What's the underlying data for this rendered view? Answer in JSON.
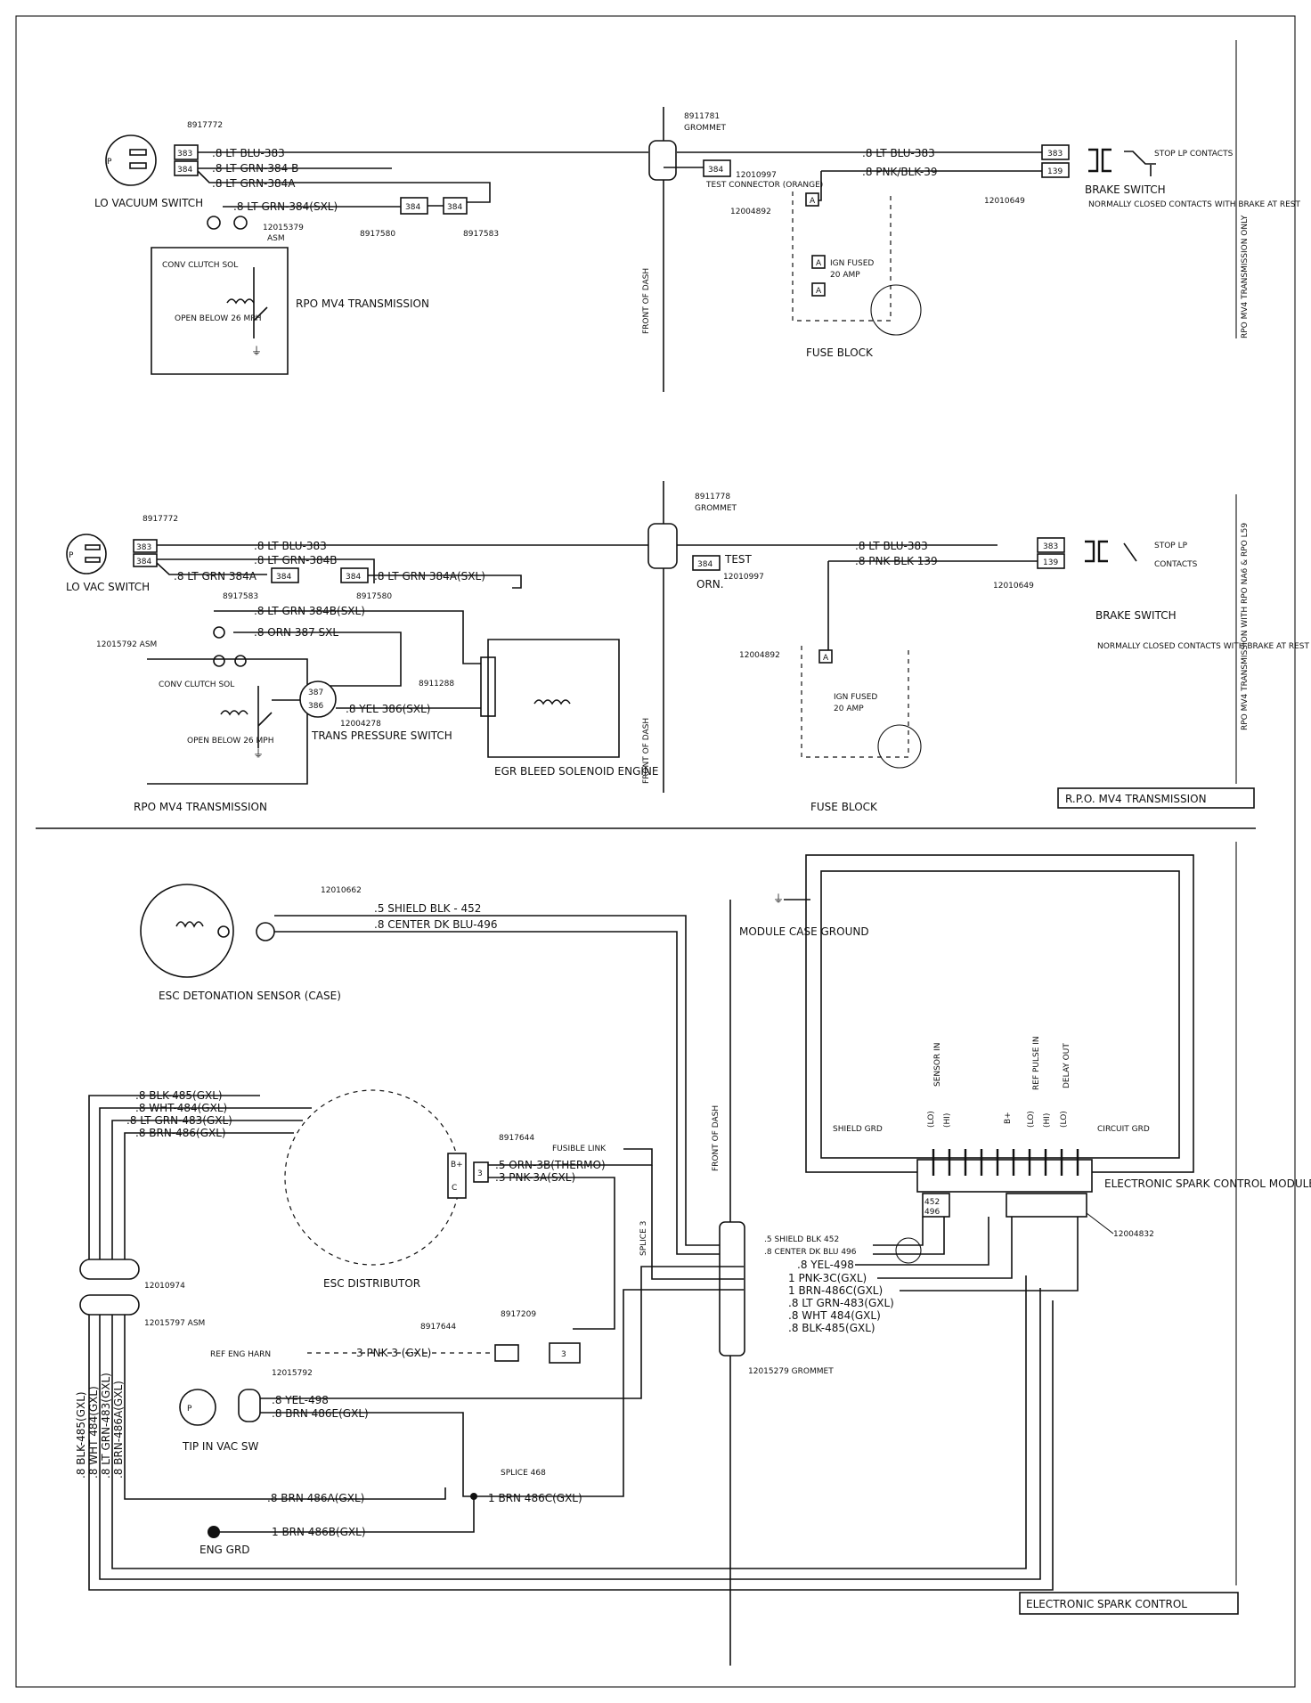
{
  "panel1": {
    "lo_vacuum_switch": "LO VACUUM SWITCH",
    "part_8917772": "8917772",
    "pin_383": "383",
    "pin_384": "384",
    "wire_383": ".8 LT BLU-383",
    "wire_384b": ".8 LT GRN-384 B",
    "wire_384a": ".8 LT GRN-384A",
    "wire_384_sxl": ".8 LT GRN-384(SXL)",
    "conn_384": "384",
    "part_12015379": "12015379",
    "asm": "ASM",
    "part_8917580": "8917580",
    "part_8917583": "8917583",
    "conv_clutch_sol": "CONV CLUTCH SOL",
    "open_below": "OPEN BELOW 26 MPH",
    "rpo_mv4": "RPO MV4 TRANSMISSION",
    "part_8911781": "8911781",
    "grommet": "GROMMET",
    "test_connector": "TEST CONNECTOR (ORANGE)",
    "part_12010997": "12010997",
    "wire_383_right": ".8 LT BLU-383",
    "wire_39": ".8 PNK/BLK-39",
    "pin_139": "139",
    "part_12010649": "12010649",
    "part_12004892": "12004892",
    "ign_fused": "IGN FUSED",
    "amp_20": "20 AMP",
    "a": "A",
    "fuse_block": "FUSE BLOCK",
    "front_of_dash": "FRONT OF DASH",
    "stop_lp_contacts": "STOP LP CONTACTS",
    "brake_switch": "BRAKE SWITCH",
    "normally_closed": "NORMALLY CLOSED CONTACTS WITH BRAKE AT REST",
    "side_label": "RPO MV4 TRANSMISSION ONLY"
  },
  "panel2": {
    "part_8917772": "8917772",
    "lo_vac_switch": "LO VAC SWITCH",
    "wire_383": ".8 LT BLU-383",
    "wire_384b": ".8 LT GRN-384B",
    "wire_384a": ".8 LT GRN 384A",
    "wire_384a_sxl": ".8 LT GRN 384A(SXL)",
    "wire_384b_sxl": ".8 LT GRN 384B(SXL)",
    "wire_387": ".8 ORN 387 SXL",
    "wire_386": ".8 YEL 386(SXL)",
    "pin_384": "384",
    "pin_383": "383",
    "pin_387": "387",
    "pin_386": "386",
    "part_8917583": "8917583",
    "part_8917580": "8917580",
    "part_12015792": "12015792 ASM",
    "part_8911288": "8911288",
    "part_12004278": "12004278",
    "conv_clutch_sol": "CONV CLUTCH SOL",
    "open_below": "OPEN BELOW 26 MPH",
    "trans_pressure_switch": "TRANS PRESSURE SWITCH",
    "egr_bleed": "EGR BLEED SOLENOID ENGINE",
    "rpo_mv4": "RPO MV4 TRANSMISSION",
    "part_8911778": "8911778",
    "grommet": "GROMMET",
    "test": "TEST",
    "orn": "ORN.",
    "part_12010997": "12010997",
    "wire_383_right": ".8 LT BLU-383",
    "wire_139": ".8 PNK BLK 139",
    "pin_139": "139",
    "part_12010649": "12010649",
    "part_12004892": "12004892",
    "ign_fused": "IGN FUSED",
    "amp_20": "20 AMP",
    "a": "A",
    "fuse_block": "FUSE BLOCK",
    "front_of_dash": "FRONT OF DASH",
    "stop_lp": "STOP LP",
    "contacts": "CONTACTS",
    "brake_switch": "BRAKE SWITCH",
    "normally_closed": "NORMALLY CLOSED CONTACTS WITH BRAKE AT REST",
    "side_label": "RPO MV4 TRANSMISSION WITH RPO NA6 & RPO L59",
    "title_box": "R.P.O. MV4 TRANSMISSION"
  },
  "panel3": {
    "part_12010662": "12010662",
    "wire_452": ".5 SHIELD BLK - 452",
    "wire_496": ".8 CENTER DK BLU-496",
    "esc_sensor": "ESC DETONATION SENSOR (CASE)",
    "module_case_ground": "MODULE CASE GROUND",
    "front_of_dash": "FRONT OF DASH",
    "wire_485": ".8 BLK-485(GXL)",
    "wire_484": ".8 WHT-484(GXL)",
    "wire_483": ".8 LT GRN-483(GXL)",
    "wire_486": ".8 BRN-486(GXL)",
    "part_8917644": "8917644",
    "fusible_link": "FUSIBLE LINK",
    "wire_3b": ".5 ORN-3B(THERMO)",
    "wire_3a": ".3 PNK-3A(SXL)",
    "pin_c": "C",
    "pin_b": "B+",
    "pin_3": "3",
    "splice_3": "SPLICE 3",
    "esc_distributor": "ESC DISTRIBUTOR",
    "part_12010974": "12010974",
    "part_12015797": "12015797 ASM",
    "part_8917209": "8917209",
    "part_8917644b": "8917644",
    "ref_eng_harn": "REF ENG HARN",
    "wire_3_pnk": "3 PNK 3 (GXL)",
    "part_12015792": "12015792",
    "wire_498": ".8 YEL-498",
    "wire_486e": ".8 BRN 486E(GXL)",
    "tip_in_vac_sw": "TIP IN VAC SW",
    "vwire_485": ".8 BLK-485(GXL)",
    "vwire_484": ".8 WHT 484(GXL)",
    "vwire_483": ".8 LT GRN-483(GXL)",
    "vwire_486a": ".8 BRN-486A(GXL)",
    "splice_468": "SPLICE 468",
    "wire_486a": ".8 BRN 486A(GXL)",
    "wire_486c_left": "1 BRN 486C(GXL)",
    "wire_486b": "1 BRN 486B(GXL)",
    "eng_grd": "ENG GRD",
    "part_12015279": "12015279 GROMMET",
    "shield_grd": "SHIELD GRD",
    "circuit_grd": "CIRCUIT GRD",
    "sensor_in": "SENSOR IN",
    "ref_pulse_in": "REF PULSE IN",
    "delay_out": "DELAY OUT",
    "bplus": "B+",
    "lo": "(LO)",
    "hi": "(HI)",
    "module": "ELECTRONIC SPARK CONTROL MODULE",
    "part_12004832": "12004832",
    "bundle_452": ".5 SHIELD BLK 452",
    "bundle_496": ".8 CENTER DK BLU 496",
    "bundle_498": ".8 YEL-498",
    "bundle_3c": "1 PNK-3C(GXL)",
    "bundle_486c": "1 BRN-486C(GXL)",
    "bundle_483": ".8 LT GRN-483(GXL)",
    "bundle_484": ".8 WHT 484(GXL)",
    "bundle_485": ".8 BLK-485(GXL)",
    "pin_452": "452",
    "pin_496": "496",
    "title_box": "ELECTRONIC SPARK CONTROL"
  }
}
